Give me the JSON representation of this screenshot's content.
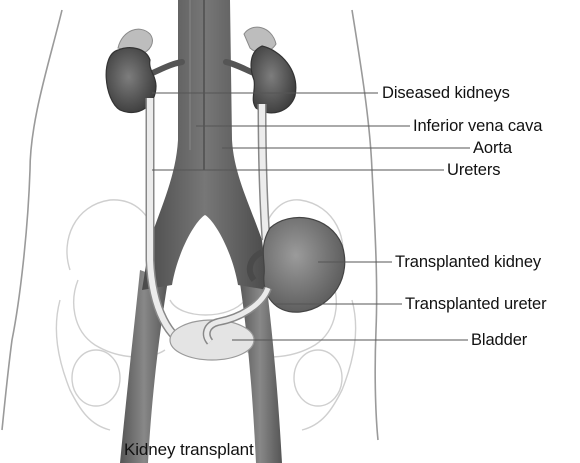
{
  "figure": {
    "caption": "Kidney transplant",
    "labels": {
      "diseased_kidneys": "Diseased kidneys",
      "inferior_vena_cava": "Inferior vena cava",
      "aorta": "Aorta",
      "ureters": "Ureters",
      "transplanted_kidney": "Transplanted kidney",
      "transplanted_ureter": "Transplanted ureter",
      "bladder": "Bladder"
    }
  }
}
